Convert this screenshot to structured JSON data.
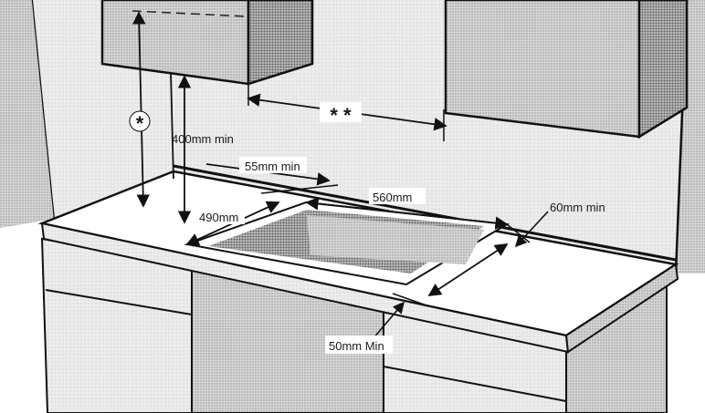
{
  "diagram": {
    "labels": {
      "star_single": "*",
      "star_double": "* *",
      "clearance_above": "400mm min",
      "back_clearance": "55mm min",
      "cutout_width": "560mm",
      "cutout_depth": "490mm",
      "side_clearance": "60mm min",
      "front_clearance": "50mm Min"
    }
  }
}
